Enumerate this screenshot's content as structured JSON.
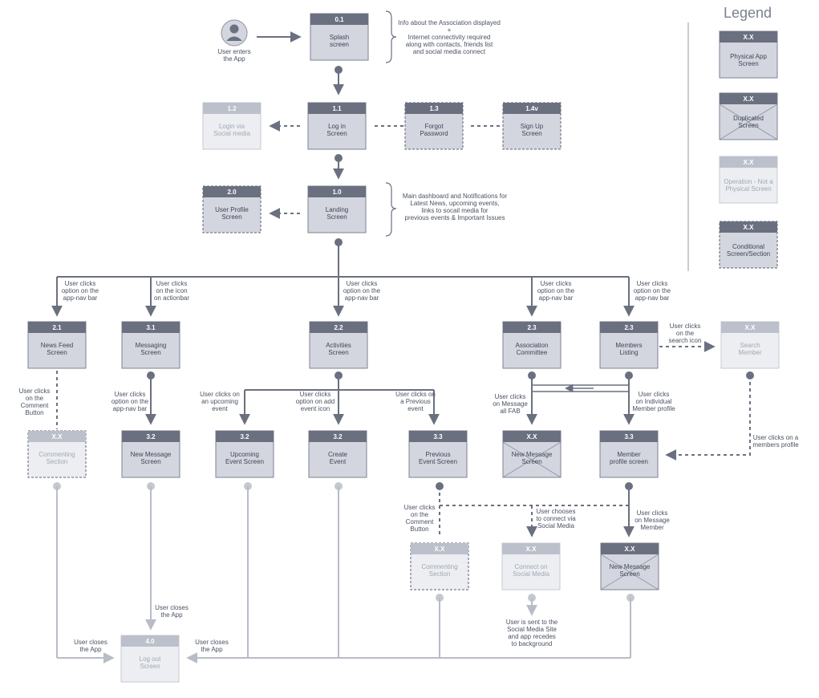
{
  "legend": {
    "title": "Legend",
    "items": [
      {
        "code": "X.X",
        "lines": [
          "Physical App",
          "Screen"
        ]
      },
      {
        "code": "X.X",
        "lines": [
          "Duplicated",
          "Screen"
        ]
      },
      {
        "code": "X.X",
        "lines": [
          "Operation - Not a",
          "Physical Screen"
        ]
      },
      {
        "code": "X.X",
        "lines": [
          "Conditional",
          "Screen/Section"
        ]
      }
    ]
  },
  "user_start": {
    "lines": [
      "User enters",
      "the App"
    ]
  },
  "nodes": {
    "splash": {
      "code": "0.1",
      "lines": [
        "Splash",
        "screen"
      ]
    },
    "login_social": {
      "code": "1.2",
      "lines": [
        "Login via",
        "Social media"
      ]
    },
    "login": {
      "code": "1.1",
      "lines": [
        "Log in",
        "Screen"
      ]
    },
    "forgot": {
      "code": "1.3",
      "lines": [
        "Forgot",
        "Password"
      ]
    },
    "signup": {
      "code": "1.4v",
      "lines": [
        "Sign Up",
        "Screen"
      ]
    },
    "profile": {
      "code": "2.0",
      "lines": [
        "User Profile",
        "Screen"
      ]
    },
    "landing": {
      "code": "1.0",
      "lines": [
        "Landing",
        "Screen"
      ]
    },
    "newsfeed": {
      "code": "2.1",
      "lines": [
        "News Feed",
        "Screen"
      ]
    },
    "messaging": {
      "code": "3.1",
      "lines": [
        "Messaging",
        "Screen"
      ]
    },
    "activities": {
      "code": "2.2",
      "lines": [
        "Activities",
        "Screen"
      ]
    },
    "assoc": {
      "code": "2.3",
      "lines": [
        "Association",
        "Committee"
      ]
    },
    "members": {
      "code": "2.3",
      "lines": [
        "Members",
        "Listing"
      ]
    },
    "search": {
      "code": "X.X",
      "lines": [
        "Search",
        "Member"
      ]
    },
    "commenting1": {
      "code": "X.X",
      "lines": [
        "Commenting",
        "Section"
      ]
    },
    "newmsg": {
      "code": "3.2",
      "lines": [
        "New Message",
        "Screen"
      ]
    },
    "upcoming": {
      "code": "3.2",
      "lines": [
        "Upcoming",
        "Event Screen"
      ]
    },
    "create": {
      "code": "3.2",
      "lines": [
        "Create",
        "Event"
      ]
    },
    "previous": {
      "code": "3.3",
      "lines": [
        "Previous",
        "Event Screen"
      ]
    },
    "newmsg_dup": {
      "code": "X.X",
      "lines": [
        "New Message",
        "Screen"
      ]
    },
    "memberprof": {
      "code": "3.3",
      "lines": [
        "Member",
        "profile screen"
      ]
    },
    "commenting2": {
      "code": "X.X",
      "lines": [
        "Commenting",
        "Section"
      ]
    },
    "connect": {
      "code": "X.X",
      "lines": [
        "Connect on",
        "Social Media"
      ]
    },
    "newmsg_dup2": {
      "code": "X.X",
      "lines": [
        "New Message",
        "Screen"
      ]
    },
    "logout": {
      "code": "4.0",
      "lines": [
        "Log out",
        "Screen"
      ]
    }
  },
  "notes": {
    "splash_info": [
      "Info about the Association displayed",
      "+",
      "Internet connectivity required",
      "along with contacts, friends list",
      "and social media connect"
    ],
    "landing_info": [
      "Main dashboard and Notifications for",
      "Latest News, upcoming events,",
      "links to socail media for",
      "previous events & Important Issues"
    ]
  },
  "labels": {
    "appnav1": [
      "User clicks",
      "option on the",
      "app-nav bar"
    ],
    "actionbar": [
      "User clicks",
      "on the icon",
      "on actionbar"
    ],
    "appnav2": [
      "User clicks",
      "option on the",
      "app-nav bar"
    ],
    "appnav3": [
      "User clicks",
      "option on the",
      "app-nav bar"
    ],
    "appnav4": [
      "User clicks",
      "option on the",
      "app-nav bar"
    ],
    "search_icon": [
      "User clicks",
      "on the",
      "search icon"
    ],
    "comment_btn1": [
      "User clicks",
      "on the",
      "Comment",
      "Button"
    ],
    "msg_appnav": [
      "User clicks",
      "option on the",
      "app-nav bar"
    ],
    "upcoming_event": [
      "User clicks on",
      "an upcoming",
      "event"
    ],
    "add_event": [
      "User clicks",
      "option on add",
      "event icon"
    ],
    "prev_event": [
      "User clicks on",
      "a Previous",
      "event"
    ],
    "msg_fab": [
      "User clicks",
      "on Message",
      "all FAB"
    ],
    "indiv_profile": [
      "User clicks",
      "on Individual",
      "Member profile"
    ],
    "members_profile": [
      "User clicks on a",
      "members profile"
    ],
    "comment_btn2": [
      "User clicks",
      "on the",
      "Comment",
      "Button"
    ],
    "connect_social": [
      "User chooses",
      "to connect via",
      "Social Media"
    ],
    "msg_member": [
      "User clicks",
      "on Message",
      "Member"
    ],
    "sent_social": [
      "User is sent to the",
      "Social Media Site",
      "and app recedes",
      "to background"
    ],
    "closes1": [
      "User closes",
      "the App"
    ],
    "closes2": [
      "User closes",
      "the App"
    ],
    "closes3": [
      "User closes",
      "the App"
    ]
  },
  "colors": {
    "primary_header": "#6b7080",
    "primary_body": "#d3d6df",
    "light_header": "#bcc0cb",
    "light_body": "#eceef2",
    "line": "#6b7080",
    "line_light": "#b8bcc6"
  }
}
